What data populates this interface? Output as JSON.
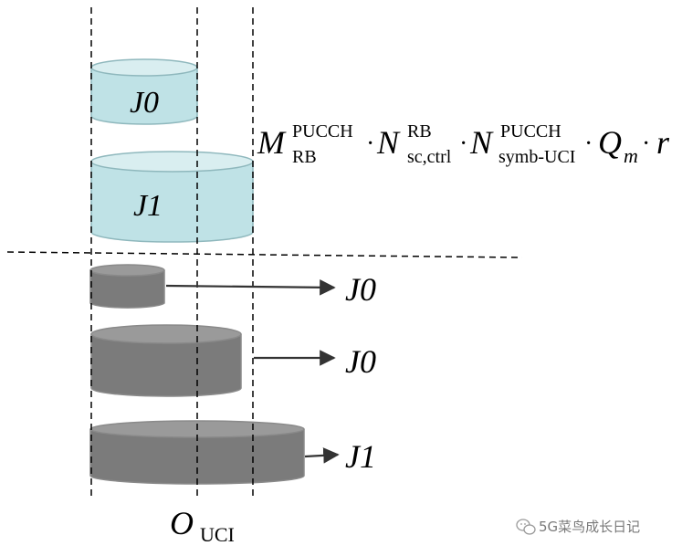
{
  "labels": {
    "cyl_top_1": "J0",
    "cyl_top_2": "J1",
    "arrow_1": "J0",
    "arrow_2": "J0",
    "arrow_3": "J1",
    "axis_main": "O",
    "axis_sub": "UCI"
  },
  "formula": {
    "m_main": "M",
    "m_sup": "PUCCH",
    "m_sub": "RB",
    "n1_main": "N",
    "n1_sup": "RB",
    "n1_sub": "sc,ctrl",
    "n2_main": "N",
    "n2_sup": "PUCCH",
    "n2_sub": "symb-UCI",
    "q_main": "Q",
    "q_sub": "m",
    "r": "r",
    "dot": "·"
  },
  "watermark": {
    "text": "5G菜鸟成长日记",
    "icon": "wechat-icon"
  },
  "colors": {
    "light_cylinder_body": "#bfe2e6",
    "light_cylinder_top": "#d9eef0",
    "dark_cylinder_body": "#7b7b7b",
    "dark_cylinder_top": "#9a9a9a",
    "stroke": "#8a8a8a"
  }
}
